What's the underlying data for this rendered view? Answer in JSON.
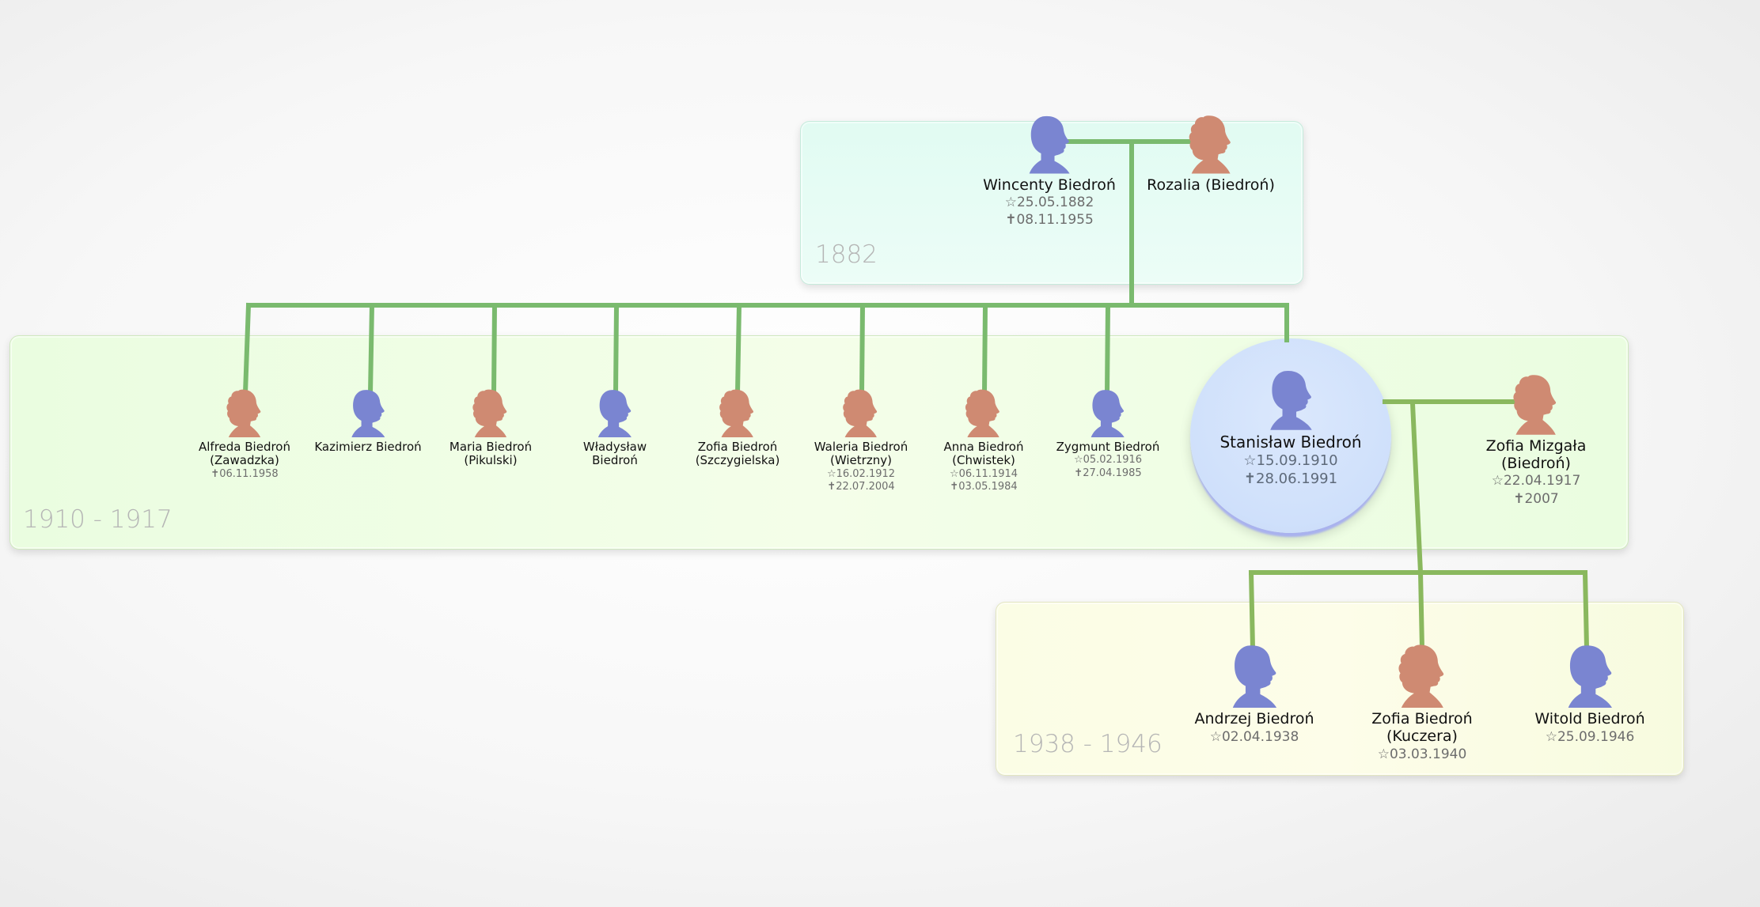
{
  "generations": [
    {
      "label": "1882"
    },
    {
      "label": "1910 - 1917"
    },
    {
      "label": "1938 - 1946"
    }
  ],
  "colors": {
    "male": "#7a85d1",
    "female": "#cf8a72",
    "link": "#7aba6e",
    "link_lower": "#8ab85e"
  },
  "icons": {
    "male": "male-silhouette-icon",
    "female": "female-silhouette-icon"
  },
  "people": {
    "wincenty": {
      "name": "Wincenty Biedroń",
      "born": "☆25.05.1882",
      "died": "✝08.11.1955",
      "gender": "male"
    },
    "rozalia": {
      "name": "Rozalia (Biedroń)",
      "gender": "female"
    },
    "alfreda": {
      "name": "Alfreda Biedroń\n(Zawadzka)",
      "died": "✝06.11.1958",
      "gender": "female"
    },
    "kazimierz": {
      "name": "Kazimierz Biedroń",
      "gender": "male"
    },
    "maria": {
      "name": "Maria Biedroń\n(Pikulski)",
      "gender": "female"
    },
    "wladyslaw": {
      "name": "Władysław\nBiedroń",
      "gender": "male"
    },
    "zofia_s": {
      "name": "Zofia Biedroń\n(Szczygielska)",
      "gender": "female"
    },
    "waleria": {
      "name": "Waleria Biedroń\n(Wietrzny)",
      "born": "☆16.02.1912",
      "died": "✝22.07.2004",
      "gender": "female"
    },
    "anna": {
      "name": "Anna Biedroń\n(Chwistek)",
      "born": "☆06.11.1914",
      "died": "✝03.05.1984",
      "gender": "female"
    },
    "zygmunt": {
      "name": "Zygmunt Biedroń",
      "born": "☆05.02.1916",
      "died": "✝27.04.1985",
      "gender": "male"
    },
    "stanislaw": {
      "name": "Stanisław Biedroń",
      "born": "☆15.09.1910",
      "died": "✝28.06.1991",
      "gender": "male"
    },
    "zofia_m": {
      "name": "Zofia Mizgała\n(Biedroń)",
      "born": "☆22.04.1917",
      "died": "✝2007",
      "gender": "female"
    },
    "andrzej": {
      "name": "Andrzej Biedroń",
      "born": "☆02.04.1938",
      "gender": "male"
    },
    "zofia_k": {
      "name": "Zofia Biedroń\n(Kuczera)",
      "born": "☆03.03.1940",
      "gender": "female"
    },
    "witold": {
      "name": "Witold Biedroń",
      "born": "☆25.09.1946",
      "gender": "male"
    }
  }
}
